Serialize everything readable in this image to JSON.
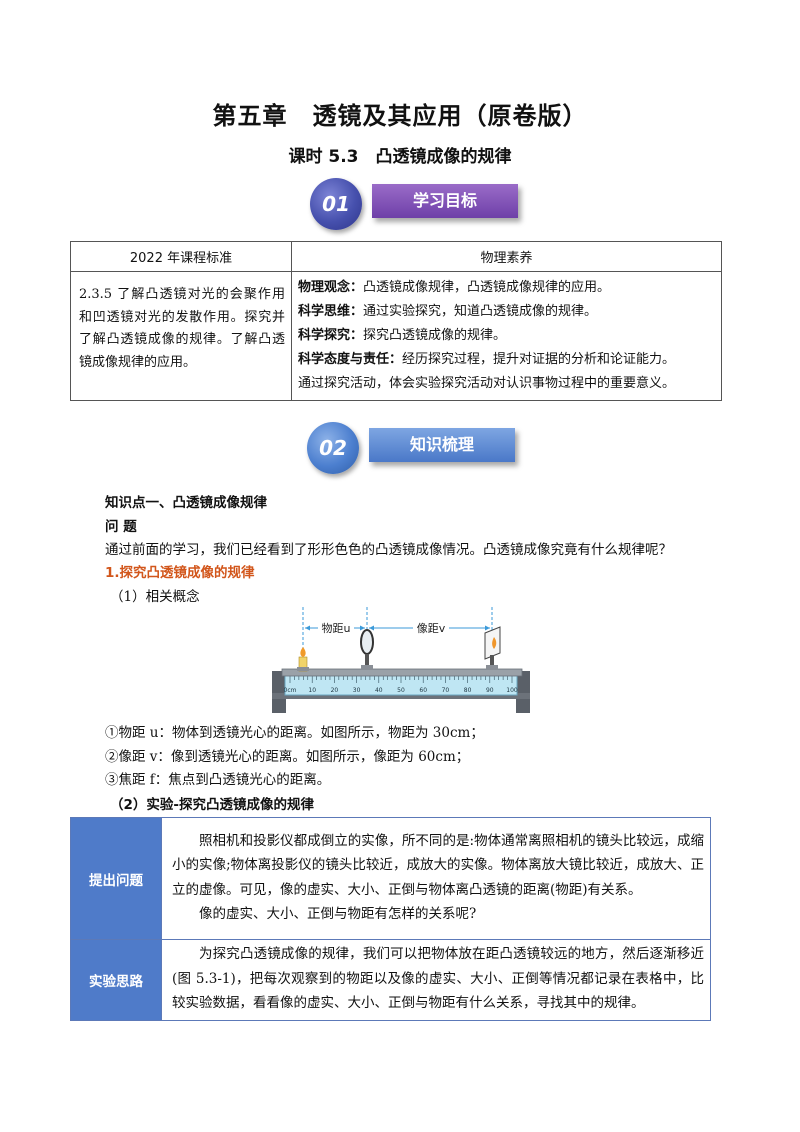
{
  "title": "第五章　透镜及其应用（原卷版）",
  "subtitle": "课时 5.3　凸透镜成像的规律",
  "banner1": {
    "num": "01",
    "label": "学习目标"
  },
  "banner2": {
    "num": "02",
    "label": "知识梳理"
  },
  "goals_table": {
    "col1_header": "2022 年课程标准",
    "col2_header": "物理素养",
    "standard": "2.3.5 了解凸透镜对光的会聚作用和凹透镜对光的发散作用。探究并了解凸透镜成像的规律。了解凸透镜成像规律的应用。",
    "literacy": [
      {
        "label": "物理观念：",
        "text": "凸透镜成像规律，凸透镜成像规律的应用。"
      },
      {
        "label": "科学思维：",
        "text": "通过实验探究，知道凸透镜成像的规律。"
      },
      {
        "label": "科学探究：",
        "text": "探究凸透镜成像的规律。"
      },
      {
        "label": "科学态度与责任：",
        "text": "经历探究过程，提升对证据的分析和论证能力。"
      },
      {
        "label": "",
        "text": "通过探究活动，体会实验探究活动对认识事物过程中的重要意义。"
      }
    ]
  },
  "knowledge": {
    "point1": "知识点一、凸透镜成像规律",
    "question_label": "问 题",
    "question_text": "通过前面的学习，我们已经看到了形形色色的凸透镜成像情况。凸透镜成像究竟有什么规律呢？",
    "section1": "1.探究凸透镜成像的规律",
    "sub1": "（1）相关概念",
    "def1": "①物距 u：物体到透镜光心的距离。如图所示，物距为 30cm；",
    "def2": "②像距 v：像到透镜光心的距离。如图所示，像距为 60cm；",
    "def3": "③焦距 f：焦点到凸透镜光心的距离。",
    "sub2": "（2）实验-探究凸透镜成像的规律"
  },
  "figure": {
    "label_u": "物距u",
    "label_v": "像距v",
    "ticks": [
      "0cm",
      "10",
      "20",
      "30",
      "40",
      "50",
      "60",
      "70",
      "80",
      "90",
      "100"
    ],
    "positions": {
      "candle": 0,
      "lens": 30,
      "screen": 90
    }
  },
  "experiment_table": [
    {
      "head": "提出问题",
      "paragraphs": [
        "照相机和投影仪都成倒立的实像，所不同的是:物体通常离照相机的镜头比较远，成缩小的实像;物体离投影仪的镜头比较近，成放大的实像。物体离放大镜比较近，成放大、正立的虚像。可见，像的虚实、大小、正倒与物体离凸透镜的距离(物距)有关系。",
        "像的虚实、大小、正倒与物距有怎样的关系呢?"
      ]
    },
    {
      "head": "实验思路",
      "paragraphs": [
        "为探究凸透镜成像的规律，我们可以把物体放在距凸透镜较远的地方，然后逐渐移近(图 5.3-1)，把每次观察到的物距以及像的虚实、大小、正倒等情况都记录在表格中，比较实验数据，看看像的虚实、大小、正倒与物距有什么关系，寻找其中的规律。"
      ]
    }
  ]
}
